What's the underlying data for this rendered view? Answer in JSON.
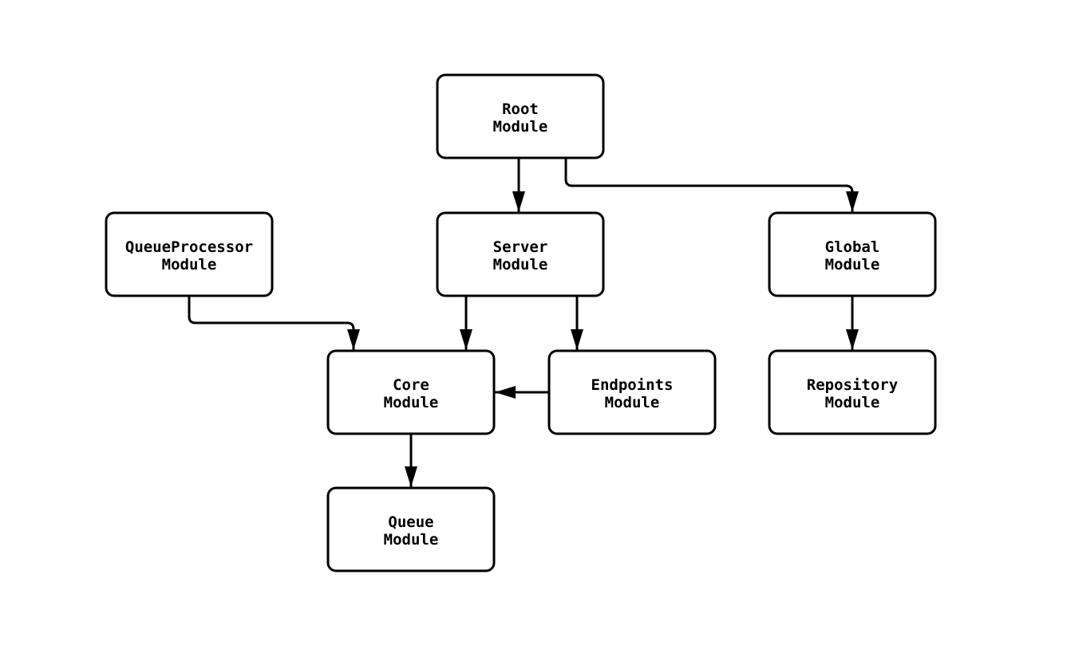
{
  "diagram": {
    "type": "module-dependency-flowchart",
    "background_color": "#ffffff",
    "node_fill": "#ffffff",
    "node_stroke": "#000000",
    "text_color": "#000000",
    "nodes": [
      {
        "id": "root",
        "line1": "Root",
        "line2": "Module"
      },
      {
        "id": "queue_processor",
        "line1": "QueueProcessor",
        "line2": "Module"
      },
      {
        "id": "server",
        "line1": "Server",
        "line2": "Module"
      },
      {
        "id": "global",
        "line1": "Global",
        "line2": "Module"
      },
      {
        "id": "core",
        "line1": "Core",
        "line2": "Module"
      },
      {
        "id": "endpoints",
        "line1": "Endpoints",
        "line2": "Module"
      },
      {
        "id": "repository",
        "line1": "Repository",
        "line2": "Module"
      },
      {
        "id": "queue",
        "line1": "Queue",
        "line2": "Module"
      }
    ],
    "edges": [
      {
        "from": "root",
        "to": "server"
      },
      {
        "from": "root",
        "to": "global"
      },
      {
        "from": "queue_processor",
        "to": "core"
      },
      {
        "from": "server",
        "to": "core"
      },
      {
        "from": "server",
        "to": "endpoints"
      },
      {
        "from": "endpoints",
        "to": "core"
      },
      {
        "from": "global",
        "to": "repository"
      },
      {
        "from": "core",
        "to": "queue"
      }
    ]
  }
}
